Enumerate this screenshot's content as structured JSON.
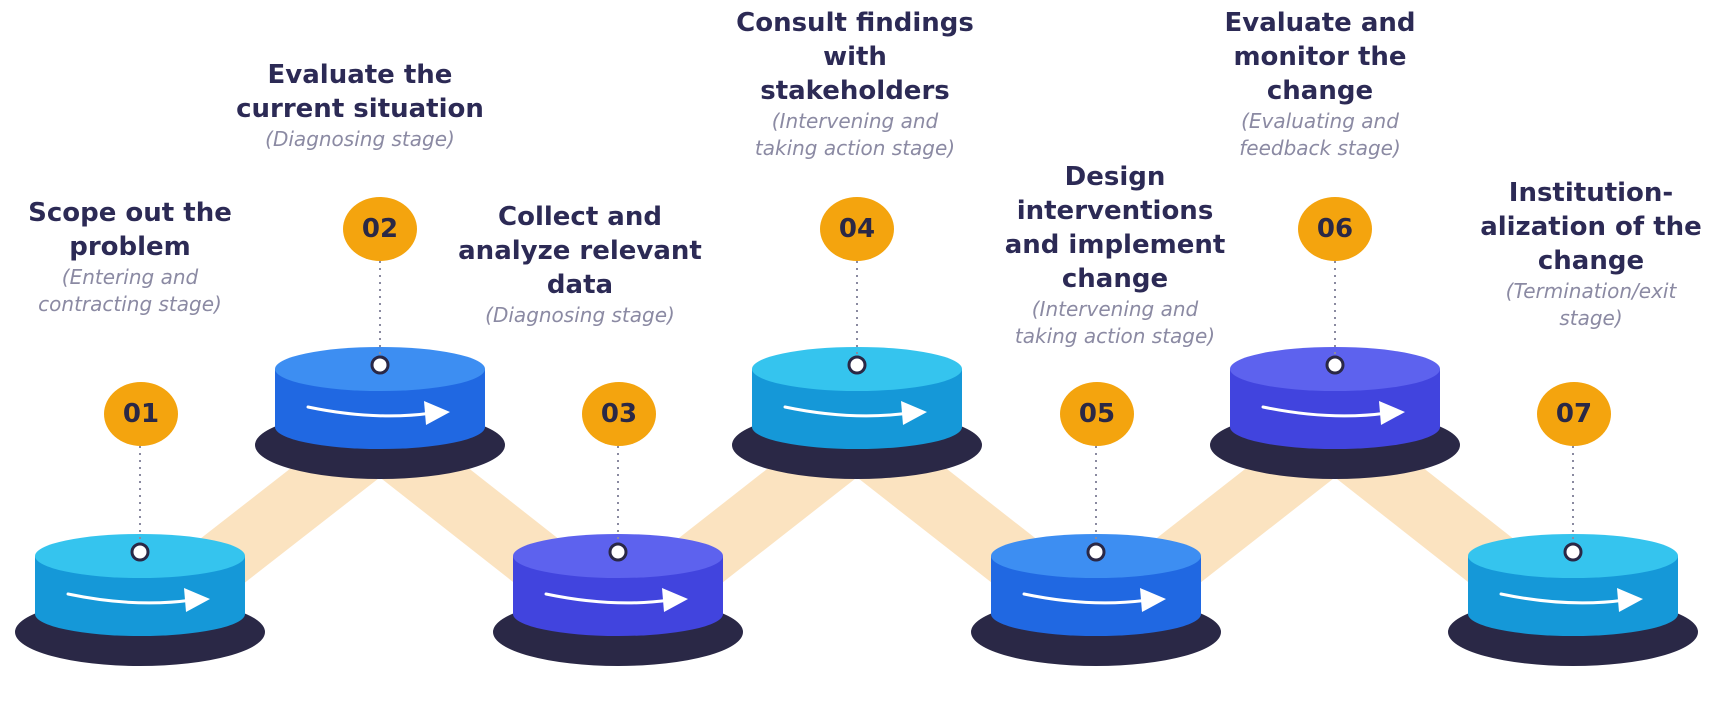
{
  "colors": {
    "path": "#fbe3c0",
    "badge": "#f4a40e",
    "dark": "#2a2846",
    "light_cyan_top": "#35c4ee",
    "light_cyan_side": "#1598d8",
    "mid_blue_top": "#3d8ef2",
    "mid_blue_side": "#2068e2",
    "violet_top": "#5d62ee",
    "violet_side": "#4144de"
  },
  "stages": [
    {
      "number": "01",
      "title": "Scope out the\nproblem",
      "subtitle": "(Entering and\ncontracting stage)",
      "disc_color": "light-cyan",
      "level": "low"
    },
    {
      "number": "02",
      "title": "Evaluate the\ncurrent situation",
      "subtitle": "(Diagnosing stage)",
      "disc_color": "mid-blue",
      "level": "high"
    },
    {
      "number": "03",
      "title": "Collect and\nanalyze relevant\ndata",
      "subtitle": "(Diagnosing stage)",
      "disc_color": "violet",
      "level": "low"
    },
    {
      "number": "04",
      "title": "Consult findings\nwith\nstakeholders",
      "subtitle": "(Intervening and\ntaking action stage)",
      "disc_color": "light-cyan",
      "level": "high"
    },
    {
      "number": "05",
      "title": "Design\ninterventions\nand implement\nchange",
      "subtitle": "(Intervening and\ntaking action stage)",
      "disc_color": "mid-blue",
      "level": "low"
    },
    {
      "number": "06",
      "title": "Evaluate and\nmonitor the\nchange",
      "subtitle": "(Evaluating and\nfeedback stage)",
      "disc_color": "violet",
      "level": "high"
    },
    {
      "number": "07",
      "title": "Institution-\nalization of the\nchange",
      "subtitle": "(Termination/exit\nstage)",
      "disc_color": "light-cyan",
      "level": "low"
    }
  ]
}
